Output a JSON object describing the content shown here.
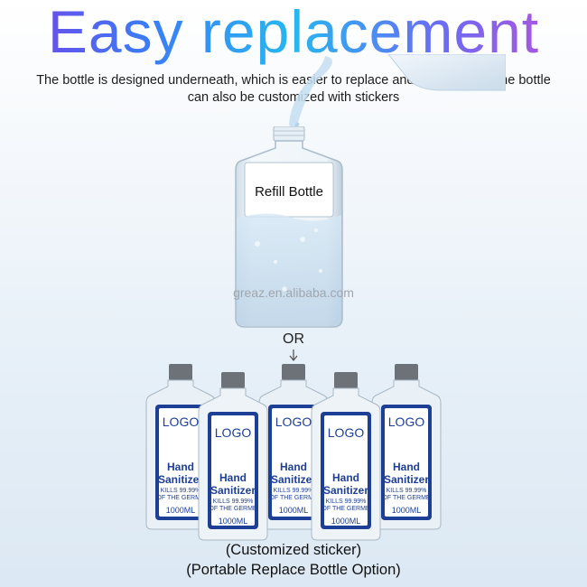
{
  "title": "Easy replacement",
  "description": "The bottle is designed underneath, which is easier to replace and will not leak. The bottle can also be customized with stickers",
  "refill_label": "Refill Bottle",
  "watermark": "greaz.en.alibaba.com",
  "or_label": "OR",
  "sticker": {
    "logo": "LOGO",
    "hand": "Hand",
    "sanitizer": "Sanitizer",
    "kills": "KILLS 99.99%",
    "germe": "OF THE GERME",
    "volume": "1000ML"
  },
  "captions": {
    "line1": "(Customized sticker)",
    "line2": "(Portable Replace Bottle Option)"
  },
  "colors": {
    "sticker_blue": "#1e3f96",
    "cap_gray": "#6d7278"
  },
  "icons": [
    "arrow-down-icon",
    "bottle-pour-icon"
  ]
}
